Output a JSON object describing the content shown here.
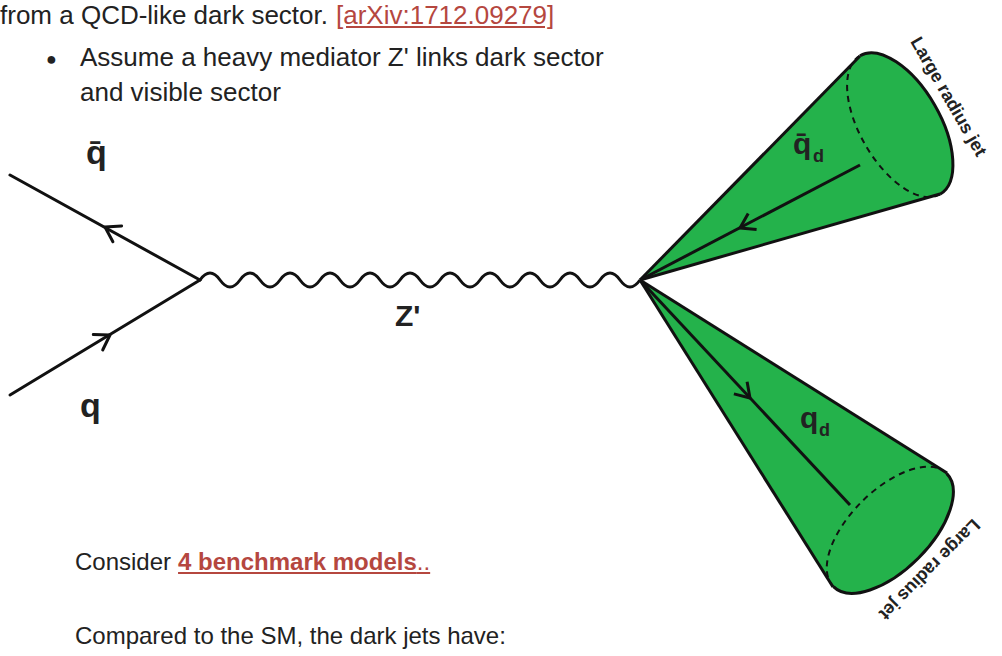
{
  "diagram": {
    "labels": [
      "from a QCD-like dark sector.",
      "[arXiv:1712.09279]",
      "●",
      "Assume a heavy mediator Z' links dark sector and visible sector",
      "q̄",
      "q",
      "Z'",
      "q̄",
      "d",
      "q",
      "d",
      "Large radius jet",
      "Large radius jet",
      "Consider",
      "4 benchmark models",
      "..",
      "Compared to the SM, the dark jets have:"
    ]
  }
}
